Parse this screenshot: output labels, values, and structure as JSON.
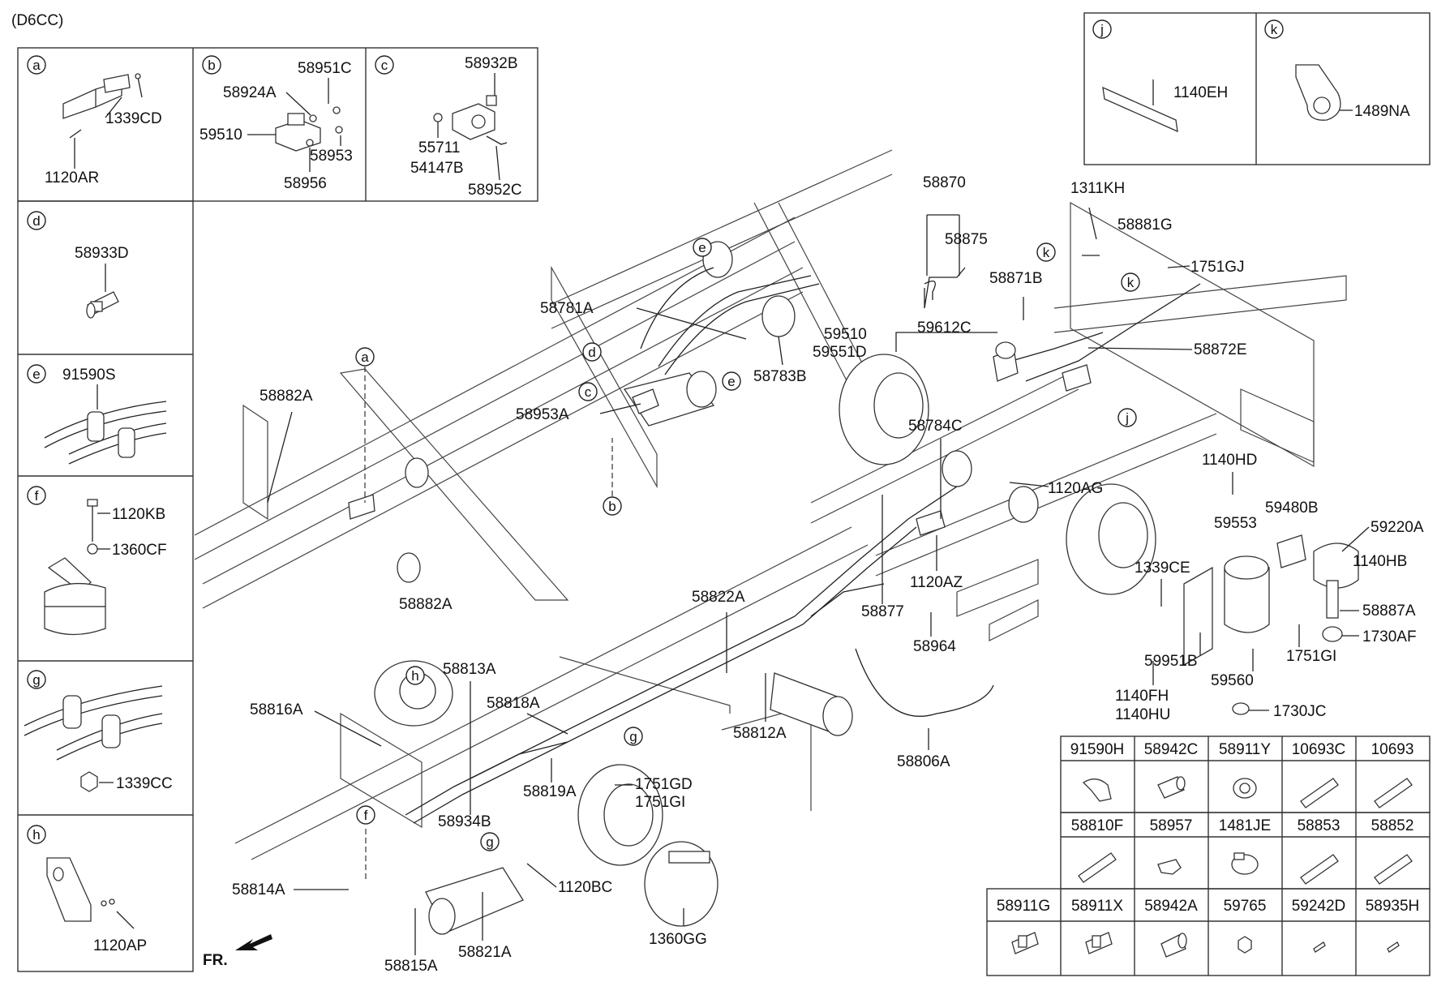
{
  "header": {
    "model_code": "(D6CC)"
  },
  "inset_panels": {
    "a": {
      "letter": "a",
      "parts": [
        "1339CD",
        "1120AR"
      ]
    },
    "b": {
      "letter": "b",
      "parts": [
        "58951C",
        "58924A",
        "59510",
        "58953",
        "58956"
      ]
    },
    "c": {
      "letter": "c",
      "parts": [
        "58932B",
        "55711",
        "54147B",
        "58952C"
      ]
    },
    "d": {
      "letter": "d",
      "parts": [
        "58933D"
      ]
    },
    "e": {
      "letter": "e",
      "parts": [
        "91590S"
      ]
    },
    "f": {
      "letter": "f",
      "parts": [
        "1120KB",
        "1360CF"
      ]
    },
    "g": {
      "letter": "g",
      "parts": [
        "1339CC"
      ]
    },
    "h": {
      "letter": "h",
      "parts": [
        "1120AP"
      ]
    },
    "j": {
      "letter": "j",
      "parts": [
        "1140EH"
      ]
    },
    "k": {
      "letter": "k",
      "parts": [
        "1489NA"
      ]
    }
  },
  "callouts": {
    "c58870": "58870",
    "c58875": "58875",
    "c1311KH": "1311KH",
    "c58881G": "58881G",
    "c1751GJ": "1751GJ",
    "c58871B": "58871B",
    "c58781A": "58781A",
    "c59510": "59510",
    "c59551D": "59551D",
    "c59612C": "59612C",
    "c58872E": "58872E",
    "c58783B": "58783B",
    "c58953A": "58953A",
    "c58882A_1": "58882A",
    "c58882A_2": "58882A",
    "c58784C": "58784C",
    "c1120AG": "1120AG",
    "c1140HD": "1140HD",
    "c59480B": "59480B",
    "c59553": "59553",
    "c59220A": "59220A",
    "c1140HB": "1140HB",
    "c1339CE": "1339CE",
    "c1120AZ": "1120AZ",
    "c58877": "58877",
    "c58964": "58964",
    "c58887A": "58887A",
    "c1730AF": "1730AF",
    "c59951B": "59951B",
    "c1751GI": "1751GI",
    "c59560": "59560",
    "c1140FH": "1140FH",
    "c1140HU": "1140HU",
    "c1730JC": "1730JC",
    "c58822A": "58822A",
    "c58813A": "58813A",
    "c58816A": "58816A",
    "c58818A": "58818A",
    "c58812A": "58812A",
    "c58806A": "58806A",
    "c58819A": "58819A",
    "c1751GD": "1751GD",
    "c1751GI_b": "1751GI",
    "c58934B": "58934B",
    "c58814A": "58814A",
    "c1120BC": "1120BC",
    "c58815A": "58815A",
    "c58821A": "58821A",
    "c1360GG": "1360GG",
    "fr": "FR."
  },
  "parts_table": {
    "rows": [
      [
        "91590H",
        "58942C",
        "58911Y",
        "10693C",
        "10693"
      ],
      [
        "58810F",
        "58957",
        "1481JE",
        "58853",
        "58852"
      ],
      [
        "58911G",
        "58911X",
        "58942A",
        "59765",
        "59242D",
        "58935H"
      ]
    ]
  }
}
